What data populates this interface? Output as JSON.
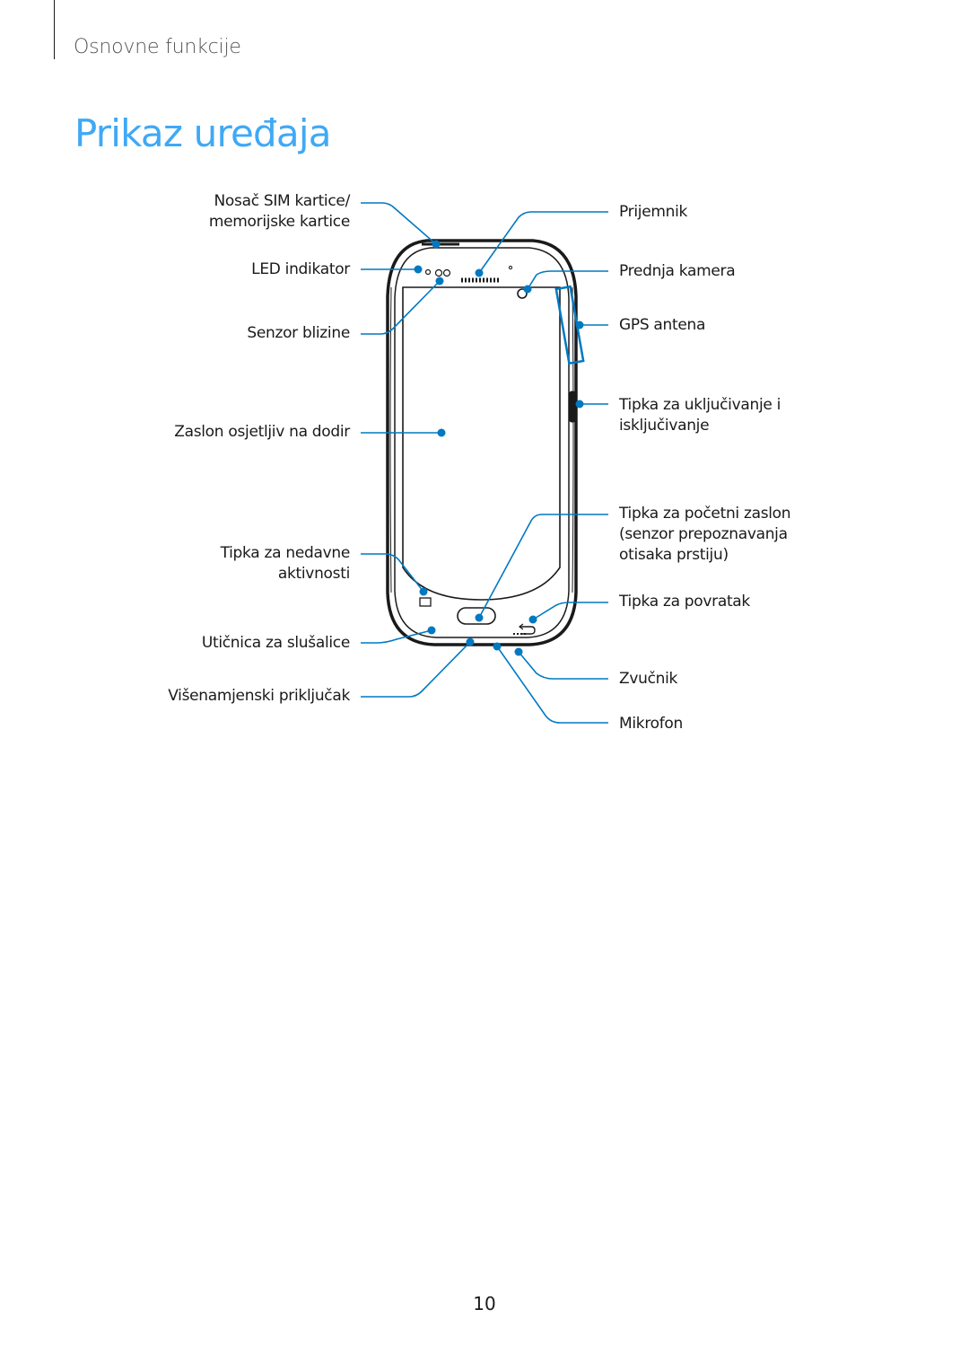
{
  "header": {
    "section": "Osnovne funkcije"
  },
  "title": "Prikaz uređaja",
  "diagram": {
    "accent_color": "#0079c1",
    "labels": {
      "sim_tray": [
        "Nosač SIM kartice/",
        "memorijske kartice"
      ],
      "led_indicator": "LED indikator",
      "proximity_sensor": "Senzor blizine",
      "touchscreen": "Zaslon osjetljiv na dodir",
      "recent_apps_key": [
        "Tipka za nedavne",
        "aktivnosti"
      ],
      "earphone_jack": "Utičnica za slušalice",
      "multipurpose_jack": "Višenamjenski priključak",
      "receiver": "Prijemnik",
      "front_camera": "Prednja kamera",
      "gps_antenna": "GPS antena",
      "power_key": [
        "Tipka za uključivanje i",
        "isključivanje"
      ],
      "home_key": [
        "Tipka za početni zaslon",
        "(senzor prepoznavanja",
        "otisaka prstiju)"
      ],
      "back_key": "Tipka za povratak",
      "speaker": "Zvučnik",
      "microphone": "Mikrofon"
    }
  },
  "footer": {
    "page_number": "10"
  }
}
